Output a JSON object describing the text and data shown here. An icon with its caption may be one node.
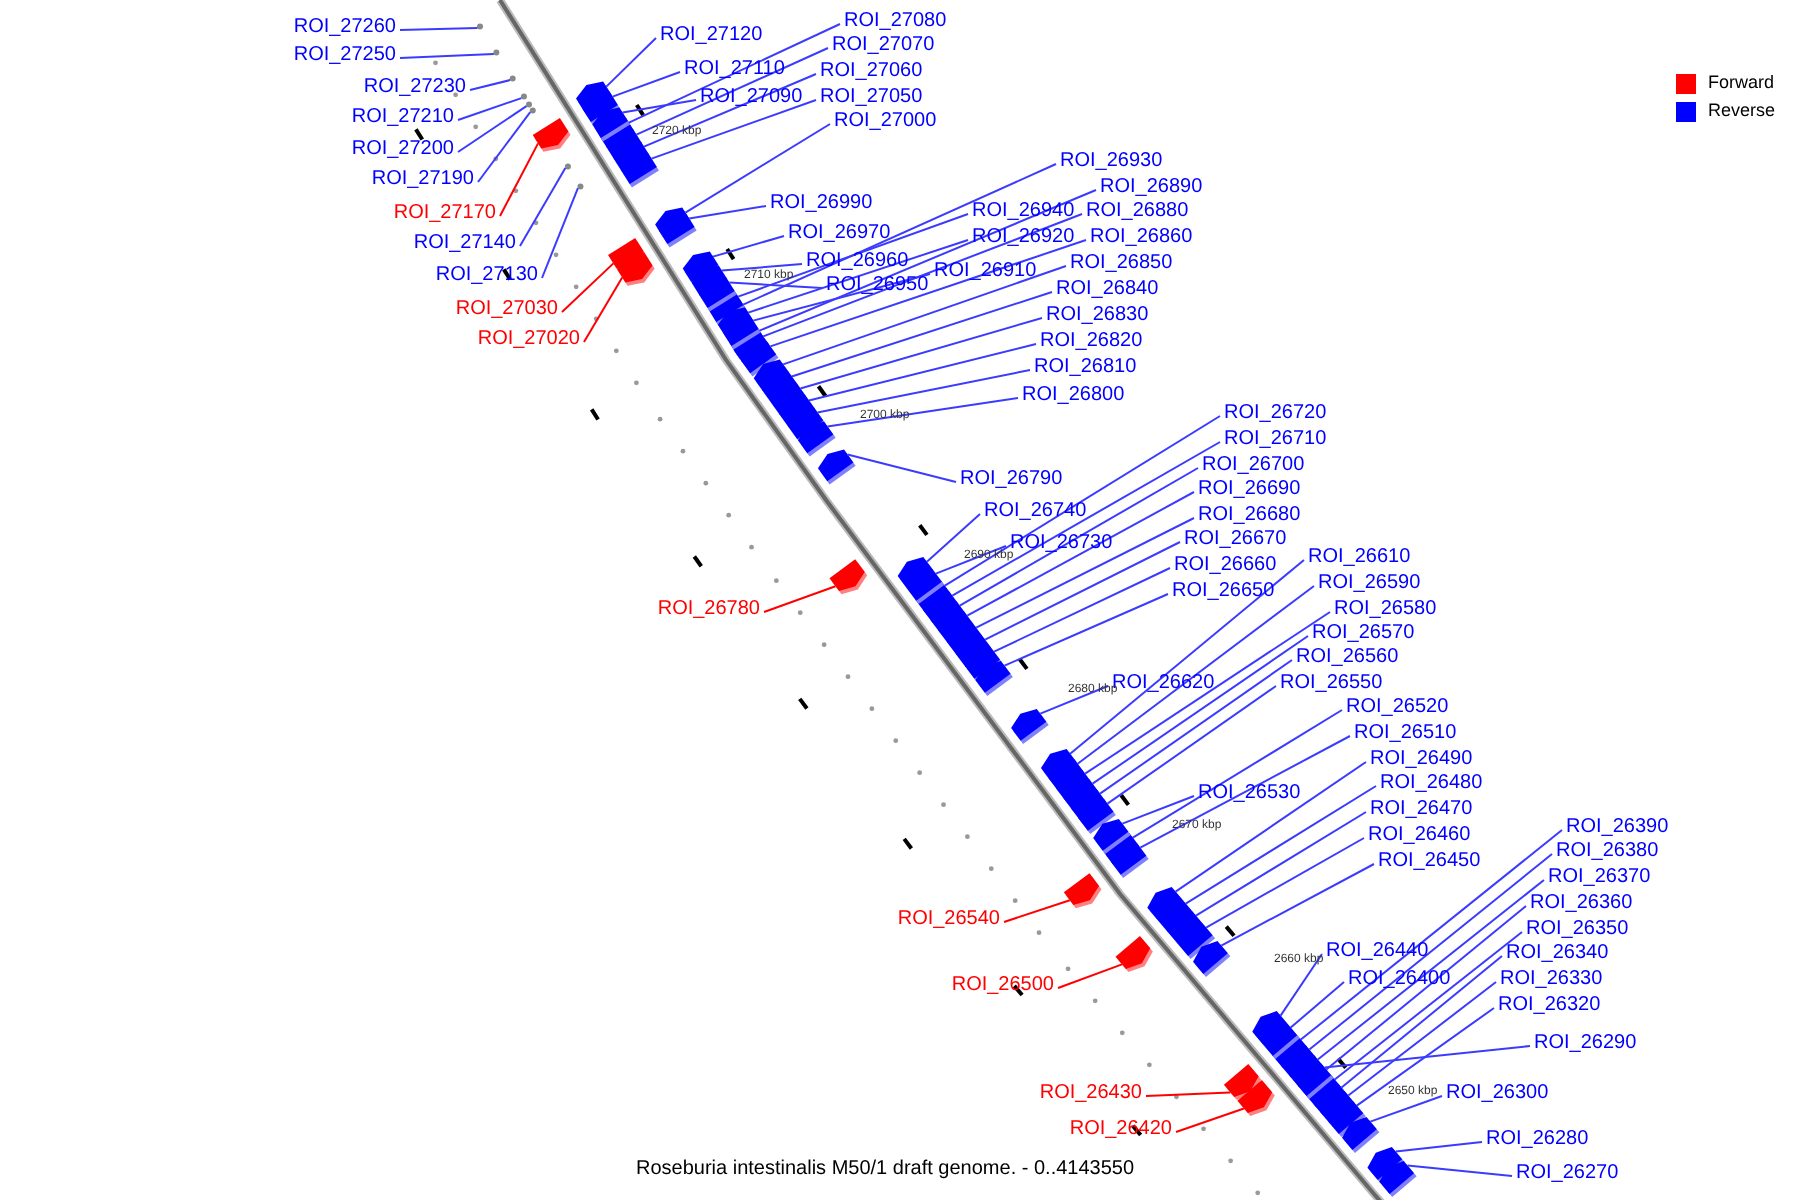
{
  "diagram": {
    "caption": "Roseburia intestinalis M50/1 draft genome. - 0..4143550",
    "nodes": [
      {
        "text": [
          "ROI_27080"
        ]
      },
      {
        "text": [
          "ROI_27260"
        ]
      },
      {
        "text": [
          "ROI_27120"
        ]
      },
      {
        "text": [
          "ROI_27070"
        ]
      },
      {
        "text": [
          "ROI_27250"
        ]
      },
      {
        "text": [
          "ROI_27110"
        ]
      },
      {
        "text": [
          "ROI_27060"
        ]
      },
      {
        "text": [
          "ROI_27230"
        ]
      },
      {
        "text": [
          "ROI_27090"
        ]
      },
      {
        "text": [
          "ROI_27050"
        ]
      },
      {
        "text": [
          "ROI_27210"
        ]
      },
      {
        "text": [
          "ROI_27000"
        ]
      },
      {
        "text": [
          "ROI_27200"
        ]
      },
      {
        "text": [
          "ROI_26930"
        ]
      },
      {
        "text": [
          "ROI_27190"
        ]
      },
      {
        "text": [
          "ROI_26890"
        ]
      },
      {
        "text": [
          "ROI_26990"
        ]
      },
      {
        "text": [
          "ROI_26940"
        ]
      },
      {
        "text": [
          "ROI_26880"
        ]
      },
      {
        "text": [
          "ROI_27170"
        ]
      },
      {
        "text": [
          "ROI_26970"
        ]
      },
      {
        "text": [
          "ROI_26920"
        ]
      },
      {
        "text": [
          "ROI_26860"
        ]
      },
      {
        "text": [
          "ROI_27140"
        ]
      },
      {
        "text": [
          "ROI_26960"
        ]
      },
      {
        "text": [
          "ROI_26850"
        ]
      },
      {
        "text": [
          "ROI_26910"
        ]
      },
      {
        "text": [
          "ROI_27130"
        ]
      },
      {
        "text": [
          "ROI_26950"
        ]
      },
      {
        "text": [
          "ROI_26840"
        ]
      },
      {
        "text": [
          "ROI_27030"
        ]
      },
      {
        "text": [
          "ROI_26830"
        ]
      },
      {
        "text": [
          "ROI_27020"
        ]
      },
      {
        "text": [
          "ROI_26820"
        ]
      },
      {
        "text": [
          "ROI_26810"
        ]
      },
      {
        "text": [
          "ROI_26800"
        ]
      },
      {
        "text": [
          "ROI_26720"
        ]
      },
      {
        "text": [
          "ROI_26710"
        ]
      },
      {
        "text": [
          "ROI_26700"
        ]
      },
      {
        "text": [
          "ROI_26790"
        ]
      },
      {
        "text": [
          "ROI_26690"
        ]
      },
      {
        "text": [
          "ROI_26740"
        ]
      },
      {
        "text": [
          "ROI_26680"
        ]
      },
      {
        "text": [
          "ROI_26670"
        ]
      },
      {
        "text": [
          "ROI_26730"
        ]
      },
      {
        "text": [
          "ROI_26610"
        ]
      },
      {
        "text": [
          "ROI_26660"
        ]
      },
      {
        "text": [
          "ROI_26590"
        ]
      },
      {
        "text": [
          "ROI_26650"
        ]
      },
      {
        "text": [
          "ROI_26780"
        ]
      },
      {
        "text": [
          "ROI_26580"
        ]
      },
      {
        "text": [
          "ROI_26570"
        ]
      },
      {
        "text": [
          "ROI_26560"
        ]
      },
      {
        "text": [
          "ROI_26550"
        ]
      },
      {
        "text": [
          "ROI_26620"
        ]
      },
      {
        "text": [
          "ROI_26520"
        ]
      },
      {
        "text": [
          "ROI_26510"
        ]
      },
      {
        "text": [
          "ROI_26490"
        ]
      },
      {
        "text": [
          "ROI_26480"
        ]
      },
      {
        "text": [
          "ROI_26530"
        ]
      },
      {
        "text": [
          "ROI_26470"
        ]
      },
      {
        "text": [
          "ROI_26390"
        ]
      },
      {
        "text": [
          "ROI_26460"
        ]
      },
      {
        "text": [
          "ROI_26380"
        ]
      },
      {
        "text": [
          "ROI_26450"
        ]
      },
      {
        "text": [
          "ROI_26370"
        ]
      },
      {
        "text": [
          "ROI_26360"
        ]
      },
      {
        "text": [
          "ROI_26540"
        ]
      },
      {
        "text": [
          "ROI_26350"
        ]
      },
      {
        "text": [
          "ROI_26440"
        ]
      },
      {
        "text": [
          "ROI_26340"
        ]
      },
      {
        "text": [
          "ROI_26400"
        ]
      },
      {
        "text": [
          "ROI_26330"
        ]
      },
      {
        "text": [
          "ROI_26500"
        ]
      },
      {
        "text": [
          "ROI_26320"
        ]
      },
      {
        "text": [
          "ROI_26290"
        ]
      },
      {
        "text": [
          "ROI_26300"
        ]
      },
      {
        "text": [
          "ROI_26430"
        ]
      },
      {
        "text": [
          "ROI_26420"
        ]
      },
      {
        "text": [
          "ROI_26280"
        ]
      },
      {
        "text": [
          "ROI_26270"
        ]
      },
      {
        "text": [],
        "shape": "pentagon"
      },
      {
        "text": [],
        "shape": "circle"
      },
      {
        "text": [],
        "shape": "pentagon"
      },
      {
        "text": [],
        "shape": "pentagon"
      },
      {
        "text": [],
        "shape": "circle"
      },
      {
        "text": [],
        "shape": "pentagon"
      },
      {
        "text": [],
        "shape": "pentagon"
      },
      {
        "text": [],
        "shape": "circle"
      },
      {
        "text": [],
        "shape": "pentagon"
      },
      {
        "text": [],
        "shape": "pentagon"
      },
      {
        "text": [],
        "shape": "circle"
      },
      {
        "text": [],
        "shape": "pentagon"
      },
      {
        "text": [],
        "shape": "circle"
      },
      {
        "text": [],
        "shape": "pentagon"
      },
      {
        "text": [],
        "shape": "circle"
      },
      {
        "text": [],
        "shape": "pentagon"
      },
      {
        "text": [],
        "shape": "pentagon"
      },
      {
        "text": [],
        "shape": "pentagon"
      },
      {
        "text": [],
        "shape": "pentagon"
      },
      {
        "text": [],
        "shape": "pentagon"
      },
      {
        "text": [],
        "shape": "pentagon"
      },
      {
        "text": [],
        "shape": "pentagon"
      },
      {
        "text": [],
        "shape": "pentagon"
      },
      {
        "text": [],
        "shape": "circle"
      },
      {
        "text": [],
        "shape": "pentagon"
      },
      {
        "text": [],
        "shape": "pentagon"
      },
      {
        "text": [],
        "shape": "pentagon"
      },
      {
        "text": [],
        "shape": "circle"
      },
      {
        "text": [],
        "shape": "pentagon"
      },
      {
        "text": [],
        "shape": "pentagon"
      },
      {
        "text": [],
        "shape": "pentagon"
      },
      {
        "text": [],
        "shape": "pentagon"
      },
      {
        "text": [],
        "shape": "pentagon"
      },
      {
        "text": [],
        "shape": "pentagon"
      },
      {
        "text": [],
        "shape": "pentagon"
      },
      {
        "text": [],
        "shape": "pentagon"
      },
      {
        "text": [],
        "shape": "pentagon"
      },
      {
        "text": [],
        "shape": "pentagon"
      },
      {
        "text": [],
        "shape": "pentagon"
      },
      {
        "text": [],
        "shape": "pentagon"
      },
      {
        "text": [],
        "shape": "pentagon"
      },
      {
        "text": [],
        "shape": "pentagon"
      },
      {
        "text": [],
        "shape": "pentagon"
      },
      {
        "text": [],
        "shape": "pentagon"
      },
      {
        "text": [],
        "shape": "pentagon"
      },
      {
        "text": [],
        "shape": "pentagon"
      },
      {
        "text": [],
        "shape": "pentagon"
      },
      {
        "text": [],
        "shape": "pentagon"
      },
      {
        "text": [],
        "shape": "pentagon"
      },
      {
        "text": [],
        "shape": "pentagon"
      },
      {
        "text": [],
        "shape": "pentagon"
      },
      {
        "text": [],
        "shape": "pentagon"
      },
      {
        "text": [],
        "shape": "pentagon"
      },
      {
        "text": [],
        "shape": "pentagon"
      },
      {
        "text": [],
        "shape": "pentagon"
      },
      {
        "text": [],
        "shape": "pentagon"
      },
      {
        "text": [],
        "shape": "pentagon"
      },
      {
        "text": [],
        "shape": "pentagon"
      },
      {
        "text": [],
        "shape": "pentagon"
      },
      {
        "text": [],
        "shape": "pentagon"
      },
      {
        "text": [],
        "shape": "pentagon"
      },
      {
        "text": [],
        "shape": "pentagon"
      },
      {
        "text": [],
        "shape": "pentagon"
      },
      {
        "text": [],
        "shape": "pentagon"
      },
      {
        "text": [],
        "shape": "pentagon"
      },
      {
        "text": [],
        "shape": "pentagon"
      },
      {
        "text": [],
        "shape": "pentagon"
      },
      {
        "text": [],
        "shape": "pentagon"
      },
      {
        "text": [],
        "shape": "pentagon"
      },
      {
        "text": [],
        "shape": "pentagon"
      },
      {
        "text": [],
        "shape": "pentagon"
      },
      {
        "text": [],
        "shape": "pentagon"
      },
      {
        "text": [],
        "shape": "pentagon"
      },
      {
        "text": [],
        "shape": "pentagon"
      },
      {
        "text": [],
        "shape": "pentagon"
      },
      {
        "text": [],
        "shape": "pentagon"
      },
      {
        "text": [],
        "shape": "pentagon"
      },
      {
        "text": [],
        "shape": "pentagon"
      },
      {
        "text": [],
        "shape": "pentagon"
      },
      {
        "text": [],
        "shape": "pentagon"
      },
      {
        "text": [],
        "shape": "pentagon"
      }
    ],
    "edges": [
      {
        "from": 0,
        "to": 81,
        "arrow": "none"
      },
      {
        "from": 1,
        "to": 82,
        "arrow": "none"
      },
      {
        "from": 2,
        "to": 83,
        "arrow": "none"
      },
      {
        "from": 3,
        "to": 84,
        "arrow": "none"
      },
      {
        "from": 4,
        "to": 85,
        "arrow": "none"
      },
      {
        "from": 5,
        "to": 86,
        "arrow": "none"
      },
      {
        "from": 6,
        "to": 87,
        "arrow": "none"
      },
      {
        "from": 7,
        "to": 88,
        "arrow": "none"
      },
      {
        "from": 8,
        "to": 89,
        "arrow": "none"
      },
      {
        "from": 9,
        "to": 90,
        "arrow": "none"
      },
      {
        "from": 10,
        "to": 91,
        "arrow": "none"
      },
      {
        "from": 11,
        "to": 92,
        "arrow": "none"
      },
      {
        "from": 12,
        "to": 93,
        "arrow": "none"
      },
      {
        "from": 13,
        "to": 94,
        "arrow": "none"
      },
      {
        "from": 14,
        "to": 95,
        "arrow": "none"
      },
      {
        "from": 15,
        "to": 96,
        "arrow": "none"
      },
      {
        "from": 16,
        "to": 97,
        "arrow": "none"
      },
      {
        "from": 17,
        "to": 98,
        "arrow": "none"
      },
      {
        "from": 18,
        "to": 99,
        "arrow": "none"
      },
      {
        "from": 19,
        "to": 100,
        "arrow": "none",
        "color": "#ff0000"
      },
      {
        "from": 20,
        "to": 101,
        "arrow": "none"
      },
      {
        "from": 21,
        "to": 102,
        "arrow": "none"
      },
      {
        "from": 22,
        "to": 103,
        "arrow": "none"
      },
      {
        "from": 23,
        "to": 104,
        "arrow": "none"
      },
      {
        "from": 24,
        "to": 105,
        "arrow": "none"
      },
      {
        "from": 25,
        "to": 106,
        "arrow": "none"
      },
      {
        "from": 26,
        "to": 107,
        "arrow": "none"
      },
      {
        "from": 27,
        "to": 108,
        "arrow": "none"
      },
      {
        "from": 28,
        "to": 109,
        "arrow": "none"
      },
      {
        "from": 29,
        "to": 110,
        "arrow": "none"
      },
      {
        "from": 30,
        "to": 111,
        "arrow": "none",
        "color": "#ff0000"
      },
      {
        "from": 31,
        "to": 112,
        "arrow": "none"
      },
      {
        "from": 32,
        "to": 113,
        "arrow": "none",
        "color": "#ff0000"
      },
      {
        "from": 33,
        "to": 114,
        "arrow": "none"
      },
      {
        "from": 34,
        "to": 115,
        "arrow": "none"
      },
      {
        "from": 35,
        "to": 116,
        "arrow": "none"
      },
      {
        "from": 36,
        "to": 117,
        "arrow": "none"
      },
      {
        "from": 37,
        "to": 118,
        "arrow": "none"
      },
      {
        "from": 38,
        "to": 119,
        "arrow": "none"
      },
      {
        "from": 39,
        "to": 120,
        "arrow": "none"
      },
      {
        "from": 40,
        "to": 121,
        "arrow": "none"
      },
      {
        "from": 41,
        "to": 122,
        "arrow": "none"
      },
      {
        "from": 42,
        "to": 123,
        "arrow": "none"
      },
      {
        "from": 43,
        "to": 124,
        "arrow": "none"
      },
      {
        "from": 44,
        "to": 125,
        "arrow": "none"
      },
      {
        "from": 45,
        "to": 126,
        "arrow": "none"
      },
      {
        "from": 46,
        "to": 127,
        "arrow": "none"
      },
      {
        "from": 47,
        "to": 128,
        "arrow": "none"
      },
      {
        "from": 48,
        "to": 129,
        "arrow": "none"
      },
      {
        "from": 49,
        "to": 130,
        "arrow": "none",
        "color": "#ff0000"
      },
      {
        "from": 50,
        "to": 131,
        "arrow": "none"
      },
      {
        "from": 51,
        "to": 132,
        "arrow": "none"
      },
      {
        "from": 52,
        "to": 133,
        "arrow": "none"
      },
      {
        "from": 53,
        "to": 134,
        "arrow": "none"
      },
      {
        "from": 54,
        "to": 135,
        "arrow": "none"
      },
      {
        "from": 55,
        "to": 136,
        "arrow": "none"
      },
      {
        "from": 56,
        "to": 137,
        "arrow": "none"
      },
      {
        "from": 57,
        "to": 138,
        "arrow": "none"
      },
      {
        "from": 58,
        "to": 139,
        "arrow": "none"
      },
      {
        "from": 59,
        "to": 140,
        "arrow": "none"
      },
      {
        "from": 60,
        "to": 141,
        "arrow": "none"
      },
      {
        "from": 61,
        "to": 142,
        "arrow": "none"
      },
      {
        "from": 62,
        "to": 143,
        "arrow": "none"
      },
      {
        "from": 63,
        "to": 144,
        "arrow": "none"
      },
      {
        "from": 64,
        "to": 145,
        "arrow": "none"
      },
      {
        "from": 65,
        "to": 146,
        "arrow": "none"
      },
      {
        "from": 66,
        "to": 147,
        "arrow": "none"
      },
      {
        "from": 67,
        "to": 148,
        "arrow": "none",
        "color": "#ff0000"
      },
      {
        "from": 68,
        "to": 149,
        "arrow": "none"
      },
      {
        "from": 69,
        "to": 150,
        "arrow": "none"
      },
      {
        "from": 70,
        "to": 151,
        "arrow": "none"
      },
      {
        "from": 71,
        "to": 152,
        "arrow": "none"
      },
      {
        "from": 72,
        "to": 153,
        "arrow": "none"
      },
      {
        "from": 73,
        "to": 154,
        "arrow": "none",
        "color": "#ff0000"
      },
      {
        "from": 74,
        "to": 155,
        "arrow": "none"
      },
      {
        "from": 75,
        "to": 156,
        "arrow": "none"
      },
      {
        "from": 76,
        "to": 157,
        "arrow": "none"
      },
      {
        "from": 77,
        "to": 158,
        "arrow": "none",
        "color": "#ff0000"
      },
      {
        "from": 78,
        "to": 159,
        "arrow": "none",
        "color": "#ff0000"
      },
      {
        "from": 79,
        "to": 160,
        "arrow": "none"
      },
      {
        "from": 80,
        "to": 161,
        "arrow": "none"
      }
    ],
    "labels": [
      "2720 kbp",
      "2710 kbp",
      "2700 kbp",
      "2690 kbp",
      "2680 kbp",
      "2670 kbp",
      "2660 kbp",
      "2650 kbp"
    ],
    "legend": [
      {
        "text": "Forward",
        "color": "#ff0000"
      },
      {
        "text": "Reverse",
        "color": "#0000ff"
      }
    ]
  }
}
